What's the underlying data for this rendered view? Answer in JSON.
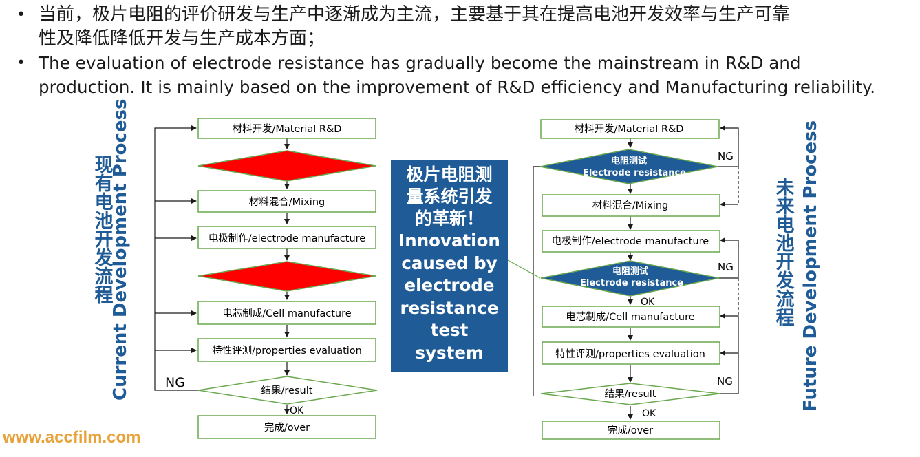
{
  "bullets": [
    "当前，极片电阻的评价研发与生产中逐渐成为主流，主要基于其在提高电池开发效率与生产可靠",
    "性及降低降低开发与生产成本方面；",
    "The evaluation of electrode resistance has gradually become the mainstream in R&D and",
    "production. It is mainly based on the improvement of R&D efficiency and Manufacturing reliability."
  ],
  "left_flow": {
    "title_cn": "现有电池开发流程",
    "title_en": "Current   Development Process",
    "steps": [
      "材料开发/Material R&D",
      "材料混合/Mixing",
      "电极制作/electrode manufacture",
      "电芯制成/Cell manufacture",
      "特性评测/properties evaluation",
      "结果/result",
      "完成/over"
    ],
    "ng_label": "NG",
    "ok_label": "OK"
  },
  "center": {
    "cn_lines": [
      "极片电阻测",
      "量系统引发",
      "的革新！"
    ],
    "en_lines": [
      "Innovation",
      "caused by",
      "electrode",
      "resistance",
      "test",
      "system"
    ]
  },
  "right_flow": {
    "title_cn": "未来电池开发流程",
    "title_en": "Future  Development Process",
    "steps": [
      "材料开发/Material R&D",
      "电阻测试",
      "Electrode   resistance",
      "材料混合/Mixing",
      "电极制作/electrode manufacture",
      "电阻测试",
      "Electrode   resistance",
      "电芯制成/Cell manufacture",
      "特性评测/properties evaluation",
      "结果/result",
      "完成/over"
    ],
    "ng_label": "NG",
    "ok_label": "OK"
  },
  "watermark": "www.accfilm.com",
  "colors": {
    "box_border": "#6aa84f",
    "arrow": "#1a1a1a",
    "red_diamond": "#ff0000",
    "blue_diamond": "#1f5b96",
    "title_blue": "#1f5b96",
    "watermark": "#e8a23a"
  }
}
